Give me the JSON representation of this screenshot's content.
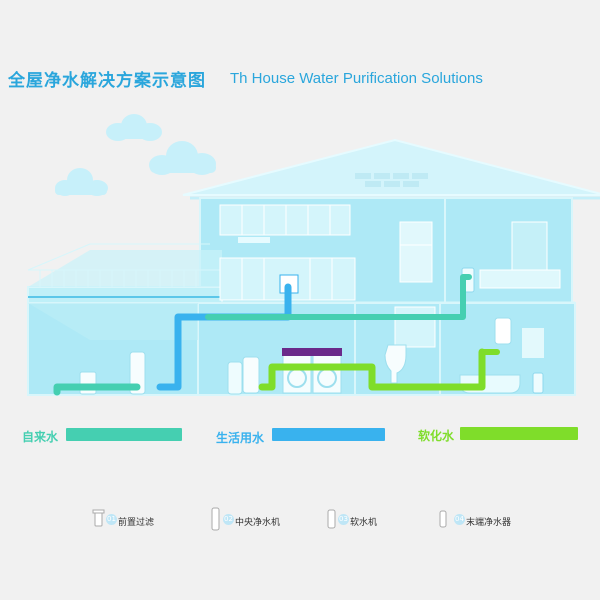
{
  "title": {
    "cn": "全屋净水解决方案示意图",
    "en": "Th House Water Purification Solutions"
  },
  "legend": [
    {
      "label": "自来水",
      "color": "#45cfb1"
    },
    {
      "label": "生活用水",
      "color": "#39b2ee"
    },
    {
      "label": "软化水",
      "color": "#7fdd2a"
    }
  ],
  "devices": [
    {
      "num": "01",
      "label": "前置过滤"
    },
    {
      "num": "02",
      "label": "中央净水机"
    },
    {
      "num": "03",
      "label": "软水机"
    },
    {
      "num": "04",
      "label": "末端净水器"
    }
  ],
  "colors": {
    "title": "#2aa6dc",
    "house_fill": "#aee9f6",
    "house_stroke": "#d8f6fb",
    "roof_fill": "#d3f4fb",
    "tap_water": "#45cfb1",
    "domestic_water": "#39b2ee",
    "soft_water": "#7fdd2a"
  }
}
